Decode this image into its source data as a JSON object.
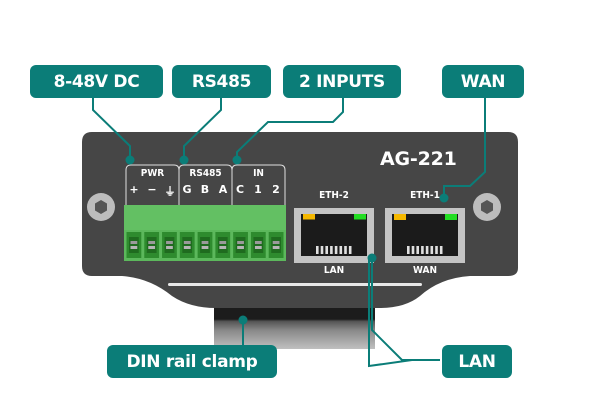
{
  "device": {
    "model": "AG-221",
    "terminal_groups": [
      {
        "label": "PWR",
        "pins": [
          "+",
          "−",
          "⏚"
        ]
      },
      {
        "label": "RS485",
        "pins": [
          "G",
          "B",
          "A"
        ]
      },
      {
        "label": "IN",
        "pins": [
          "C",
          "1",
          "2"
        ]
      }
    ],
    "ports": [
      {
        "name": "ETH-2",
        "role": "LAN"
      },
      {
        "name": "ETH-1",
        "role": "WAN"
      }
    ]
  },
  "callouts": {
    "power": "8-48V DC",
    "rs485": "RS485",
    "inputs": "2 INPUTS",
    "wan": "WAN",
    "din": "DIN rail clamp",
    "lan": "LAN"
  },
  "colors": {
    "accent": "#0b7d78",
    "panel": "#444444",
    "terminal_green": "#5cb85c",
    "led_amber": "#f5b800",
    "led_green": "#22dd22"
  }
}
